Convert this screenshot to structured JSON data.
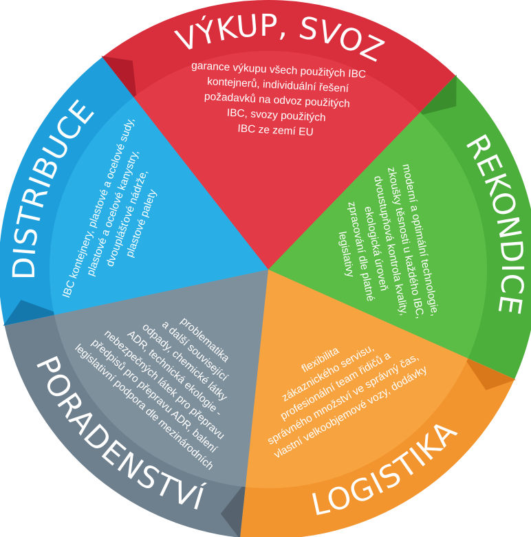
{
  "segments": [
    {
      "id": "vykup",
      "title": "VÝKUP, SVOZ",
      "color": "#d92f3d",
      "inner_color": "#e33a47",
      "ribbon_color": "#b31d2b",
      "lines": [
        "garance výkupu všech použitých IBC",
        "kontejnerů, individuální řešení",
        "požadavků na odvoz použitých",
        "IBC, svozy použitých",
        "IBC ze zemí EU"
      ]
    },
    {
      "id": "rekondice",
      "title": "REKONDICE",
      "color": "#4cae3b",
      "inner_color": "#5cbd46",
      "ribbon_color": "#3a8f2c",
      "lines": [
        "moderní a optimální technologie,",
        "zkoušky těsnosti u každého IBC,",
        "dvoustupňová kontrola kvality,",
        "ekologická úroveň",
        "zpracování dle platné",
        "legislativy"
      ]
    },
    {
      "id": "logistika",
      "title": "LOGISTIKA",
      "color": "#f2952f",
      "inner_color": "#f7a340",
      "ribbon_color": "#d9781a",
      "lines": [
        "vlastní velkoobjemové vozy, dodávky",
        "správného množství ve správný čas,",
        "profesionální team řidičů a",
        "zákaznického servisu,",
        "flexibilita"
      ]
    },
    {
      "id": "poradenstvi",
      "title": "PORADENSTVÍ",
      "color": "#6e7f8d",
      "inner_color": "#7f909d",
      "ribbon_color": "#56636e",
      "lines": [
        "legislativní podpora dle mezinárodních",
        "předpisů pro přepravu ADR, balení",
        "nebezpečných látek pro přepravu",
        "ADR, technická ekologie -",
        "odpady, chemické látky",
        "a další související",
        "problematika"
      ]
    },
    {
      "id": "distribuce",
      "title": "DISTRIBUCE",
      "color": "#1e9fdc",
      "inner_color": "#2aaee6",
      "ribbon_color": "#1478ad",
      "lines": [
        "IBC kontejnery, plastové a ocelové sudy,",
        "plastové a ocelové kanystry,",
        "dvouplášťové nádrže,",
        "plastové palety"
      ]
    }
  ]
}
